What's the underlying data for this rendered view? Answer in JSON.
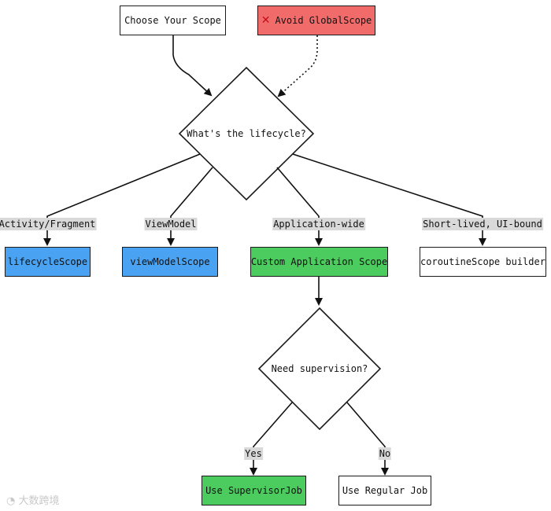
{
  "nodes": {
    "choose": "Choose Your Scope",
    "avoid": "Avoid GlobalScope",
    "lifecycle_q": "What's the lifecycle?",
    "lifecycle_scope": "lifecycleScope",
    "viewmodel_scope": "viewModelScope",
    "custom_app_scope": "Custom Application Scope",
    "coroutine_builder": "coroutineScope builder",
    "supervision_q": "Need supervision?",
    "use_supervisor": "Use SupervisorJob",
    "use_regular": "Use Regular Job"
  },
  "edge_labels": {
    "activity": "Activity/Fragment",
    "viewmodel": "ViewModel",
    "app_wide": "Application-wide",
    "short_lived": "Short-lived, UI-bound",
    "yes": "Yes",
    "no": "No"
  },
  "colors": {
    "blue": "#4aa3f2",
    "green": "#4ccb5e",
    "red": "#f26b6b",
    "white": "#ffffff",
    "cross": "#c0101b"
  },
  "icons": {
    "avoid": "cross-mark-icon"
  },
  "watermark": "大数跨境"
}
